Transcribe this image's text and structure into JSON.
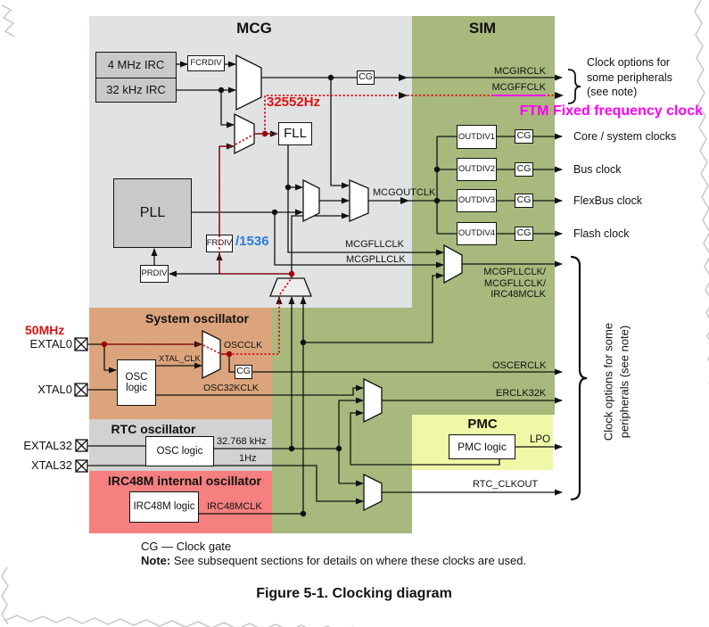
{
  "titles": {
    "mcg": "MCG",
    "sim": "SIM",
    "sysosc": "System oscillator",
    "rtcosc": "RTC oscillator",
    "irc48m": "IRC48M internal oscillator",
    "pmc": "PMC"
  },
  "blocks": {
    "irc4m": "4 MHz IRC",
    "irc32k": "32 kHz IRC",
    "fcrdiv": "FCRDIV",
    "cg": "CG",
    "fll": "FLL",
    "pll": "PLL",
    "prdiv": "PRDIV",
    "frdiv": "FRDIV",
    "outdiv1": "OUTDIV1",
    "outdiv2": "OUTDIV2",
    "outdiv3": "OUTDIV3",
    "outdiv4": "OUTDIV4",
    "osc": "OSC",
    "logic": "logic",
    "osc_logic": "OSC logic",
    "irc48m_logic": "IRC48M logic",
    "pmc_logic": "PMC logic"
  },
  "signals": {
    "mcgirclk": "MCGIRCLK",
    "mcgffclk": "MCGFFCLK",
    "mcgoutclk": "MCGOUTCLK",
    "mcgfllclk": "MCGFLLCLK",
    "mcgpllclk": "MCGPLLCLK",
    "sel_line1": "MCGPLLCLK/",
    "sel_line2": "MCGFLLCLK/",
    "sel_line3": "IRC48MCLK",
    "oscclk": "OSCCLK",
    "xtal_clk": "XTAL_CLK",
    "osc32kclk": "OSC32KCLK",
    "oscerclk": "OSCERCLK",
    "erclk32k": "ERCLK32K",
    "rtc32k": "32.768 kHz",
    "rtc1hz": "1Hz",
    "irc48mclk": "IRC48MCLK",
    "lpo": "LPO",
    "rtc_clkout": "RTC_CLKOUT"
  },
  "pins": {
    "extal0": "EXTAL0",
    "xtal0": "XTAL0",
    "extal32": "EXTAL32",
    "xtal32": "XTAL32"
  },
  "outputs": {
    "core": "Core / system clocks",
    "bus": "Bus clock",
    "flexbus": "FlexBus clock",
    "flash": "Flash clock",
    "clock_options_line1": "Clock options for",
    "clock_options_line2": "some peripherals",
    "clock_options_line3": "(see note)",
    "clock_options_rot_line1": "Clock options for some",
    "clock_options_rot_line2": "peripherals (see note)"
  },
  "annotations": {
    "fll_freq": "32552Hz",
    "ext_freq": "50MHz",
    "frdiv_ratio": "/1536",
    "ftm": "FTM Fixed frequency clock"
  },
  "footer": {
    "cg_legend": "CG — Clock gate",
    "note_label": "Note:",
    "note_text": " See subsequent sections for details on where these clocks are used.",
    "caption": "Figure 5-1. Clocking diagram"
  },
  "colors": {
    "mcg_bg": "#e1e2e3",
    "sim_bg": "#a9b87d",
    "sysosc_bg": "#dba47c",
    "rtcosc_bg": "#d2d2d2",
    "irc48m_bg": "#f5807f",
    "pmc_bg": "#eef8a6",
    "block_gray": "#c9c9c9",
    "annotation_red": "#dd1111",
    "annotation_blue": "#2e7bd6",
    "annotation_magenta": "#ff00f5"
  }
}
